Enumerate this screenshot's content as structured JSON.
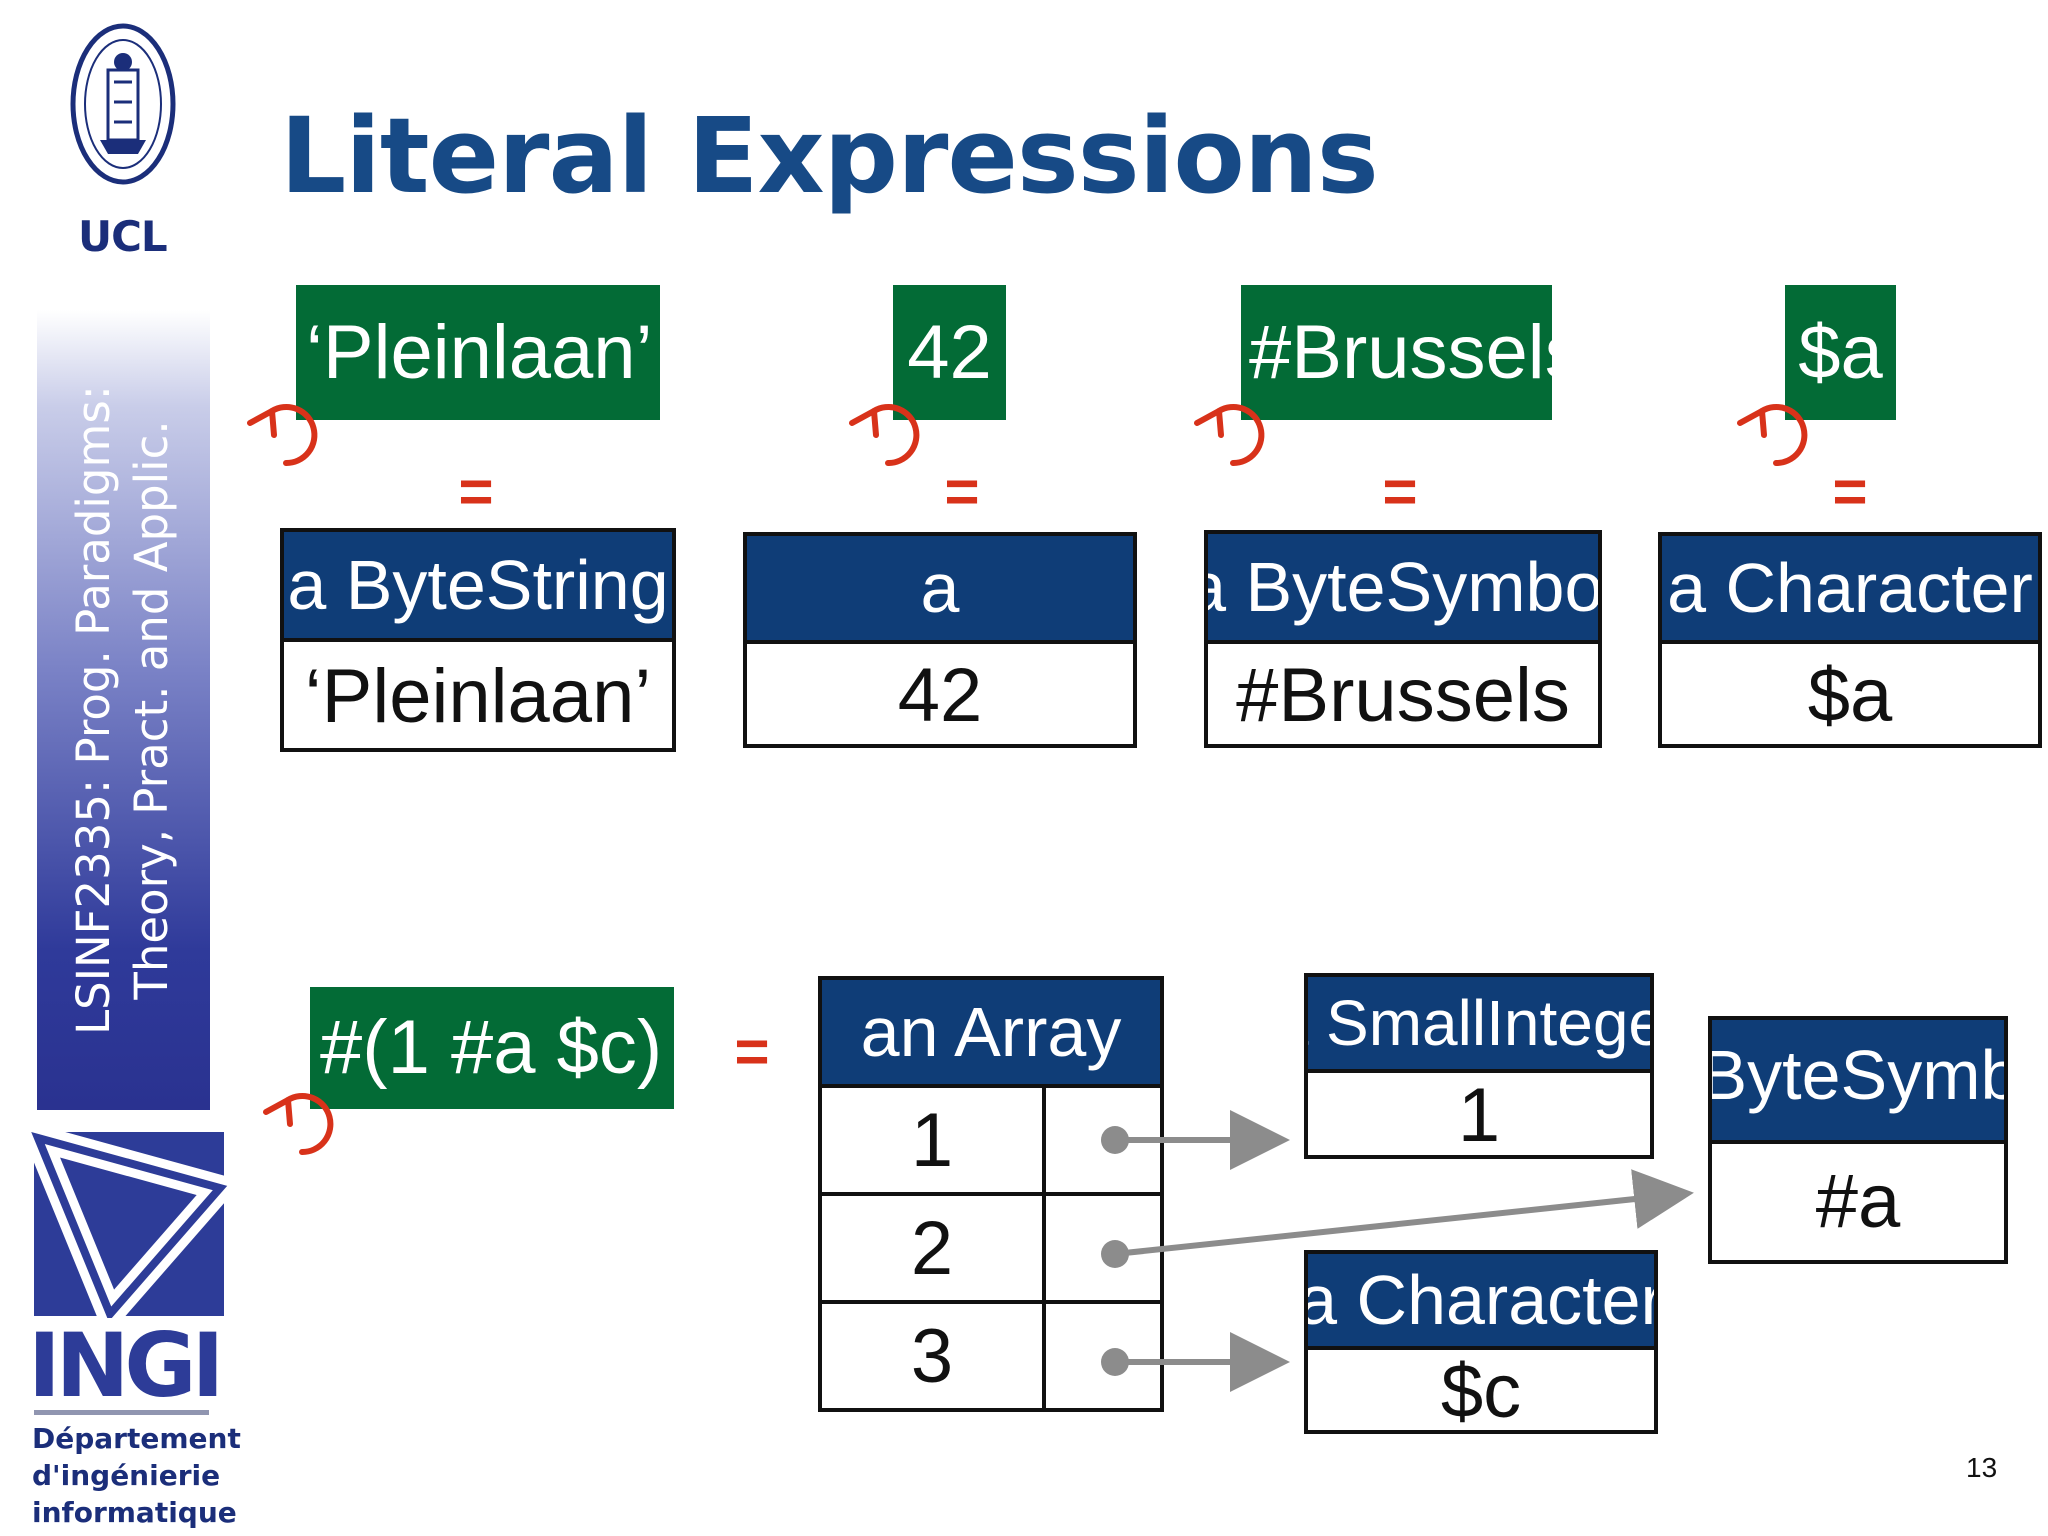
{
  "slide": {
    "title": "Literal Expressions",
    "page_number": "13"
  },
  "sidebar": {
    "course_line1": "LSINF2335: Prog. Paradigms:",
    "course_line2": "Theory, Pract. and Applic.",
    "ucl_label": "UCL",
    "ingi_label": "INGI",
    "department": "Département\nd'ingénierie\ninformatique"
  },
  "colors": {
    "title": "#174a86",
    "literal_bg": "#036b36",
    "object_header_bg": "#0f3d77",
    "equals": "#d8321a",
    "arrow": "#8c8c8c",
    "sidebar_band": "#2f3a9a"
  },
  "literals": [
    {
      "expression": "‘Pleinlaan’",
      "equals": "=",
      "object_header": "a ByteString",
      "object_value": "‘Pleinlaan’"
    },
    {
      "expression": "42",
      "equals": "=",
      "object_header": "a",
      "object_value": "42"
    },
    {
      "expression": "#Brussels",
      "equals": "=",
      "object_header": "a ByteSymbol",
      "object_value": "#Brussels"
    },
    {
      "expression": "$a",
      "equals": "=",
      "object_header": "a Character",
      "object_value": "$a"
    }
  ],
  "array_example": {
    "expression": "#(1 #a $c)",
    "equals": "=",
    "array_header": "an Array",
    "indices": [
      "1",
      "2",
      "3"
    ],
    "elements": [
      {
        "header": "a SmallInteger",
        "value": "1"
      },
      {
        "header": "a ByteSymbol",
        "value": "#a"
      },
      {
        "header": "a Character",
        "value": "$c"
      }
    ]
  },
  "icons": {
    "evaluate": "circular-arrow-icon",
    "reference": "pointer-arrow-icon"
  }
}
